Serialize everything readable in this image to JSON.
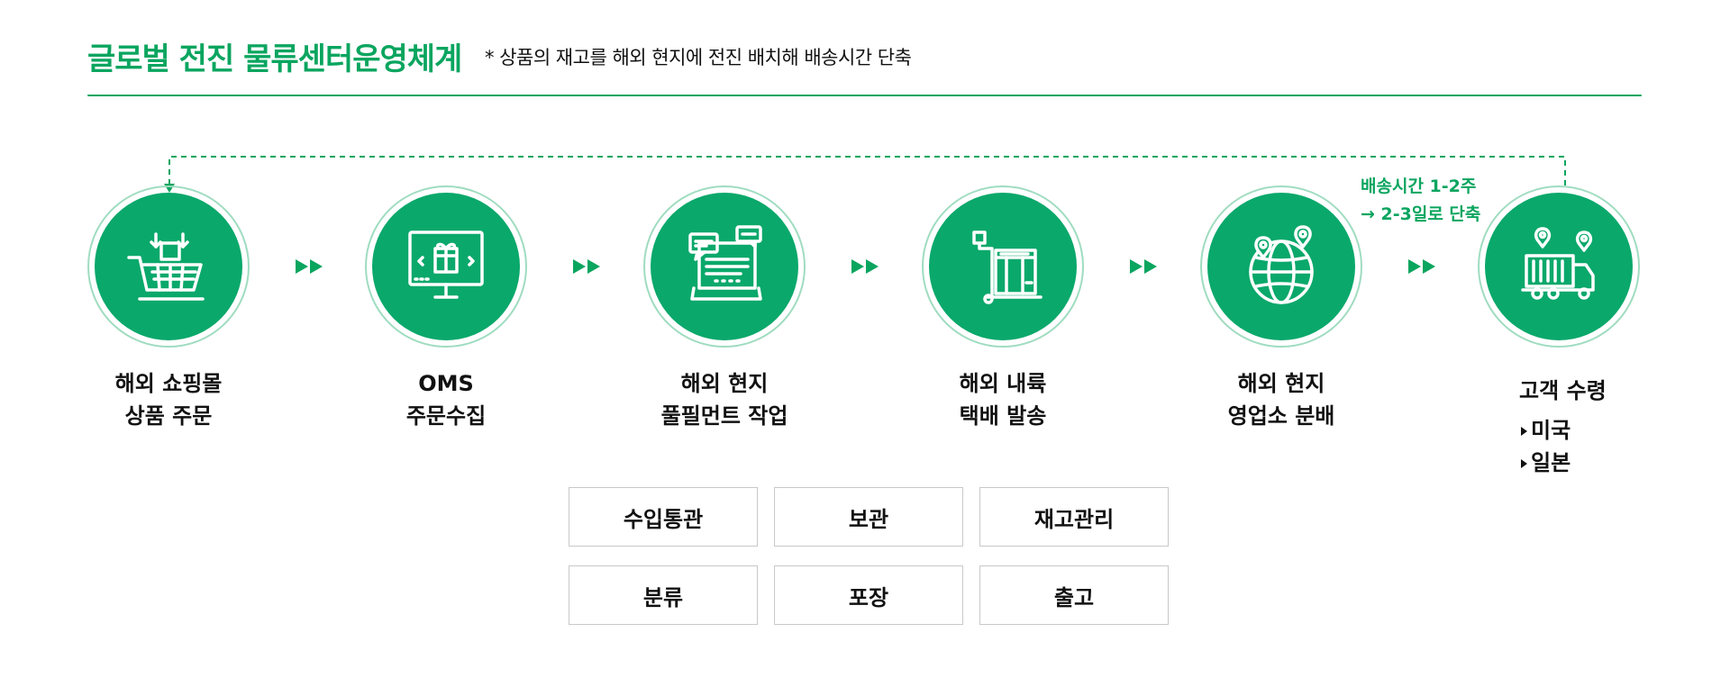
{
  "header": {
    "title": "글로벌 전진 물류센터운영체계",
    "note": "* 상품의 재고를 해외 현지에 전진 배치해 배송시간 단축"
  },
  "colors": {
    "accent": "#0aa55f",
    "disc": "#0aa86b",
    "ring": "#9fdcc0",
    "box_border": "#c9c9c9"
  },
  "steps": [
    {
      "icon": "shopping-cart-icon",
      "line1": "해외 쇼핑몰",
      "line2": "상품 주문"
    },
    {
      "icon": "monitor-gift-icon",
      "line1": "OMS",
      "line2": "주문수집"
    },
    {
      "icon": "laptop-chat-icon",
      "line1": "해외 현지",
      "line2": "풀필먼트 작업"
    },
    {
      "icon": "hand-truck-boxes-icon",
      "line1": "해외 내륙",
      "line2": "택배 발송"
    },
    {
      "icon": "globe-pins-icon",
      "line1": "해외 현지",
      "line2": "영업소 분배"
    },
    {
      "icon": "delivery-truck-icon",
      "line1": "고객 수령",
      "items": [
        "미국",
        "일본"
      ]
    }
  ],
  "delivery_note": {
    "line1": "배송시간 1-2주",
    "line2": "→ 2-3일로 단축"
  },
  "tasks": [
    "수입통관",
    "보관",
    "재고관리",
    "분류",
    "포장",
    "출고"
  ]
}
